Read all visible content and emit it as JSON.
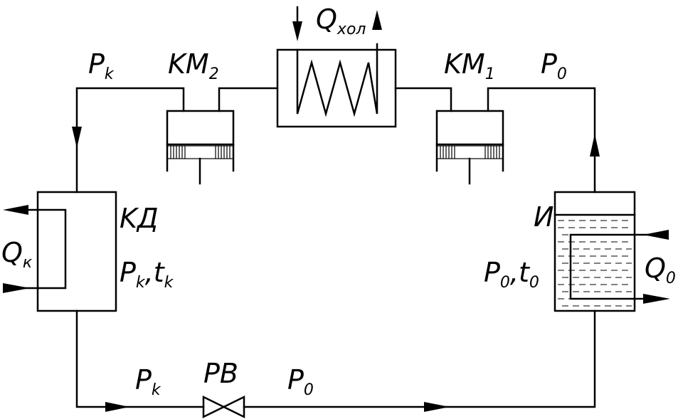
{
  "labels": {
    "pk_top": {
      "main": "P",
      "sub": "k"
    },
    "km2": {
      "main": "KM",
      "sub": "2"
    },
    "qhol": {
      "main": "Q",
      "sub": "хол"
    },
    "km1": {
      "main": "KM",
      "sub": "1"
    },
    "p0_top": {
      "main": "P",
      "sub": "0"
    },
    "kd": {
      "main": "KД"
    },
    "qk": {
      "main": "Q",
      "sub": "к"
    },
    "pk_tk": {
      "p": "P",
      "psub": "k",
      "sep": ",",
      "t": "t",
      "tsub": "k"
    },
    "i": {
      "main": "И"
    },
    "p0_t0": {
      "p": "P",
      "psub": "0",
      "sep": ",",
      "t": "t",
      "tsub": "0"
    },
    "q0": {
      "main": "Q",
      "sub": "0"
    },
    "pk_bottom": {
      "main": "P",
      "sub": "k"
    },
    "rv": {
      "main": "PB"
    },
    "p0_bottom": {
      "main": "P",
      "sub": "0"
    }
  },
  "colors": {
    "line": "#000000",
    "background": "#ffffff"
  }
}
